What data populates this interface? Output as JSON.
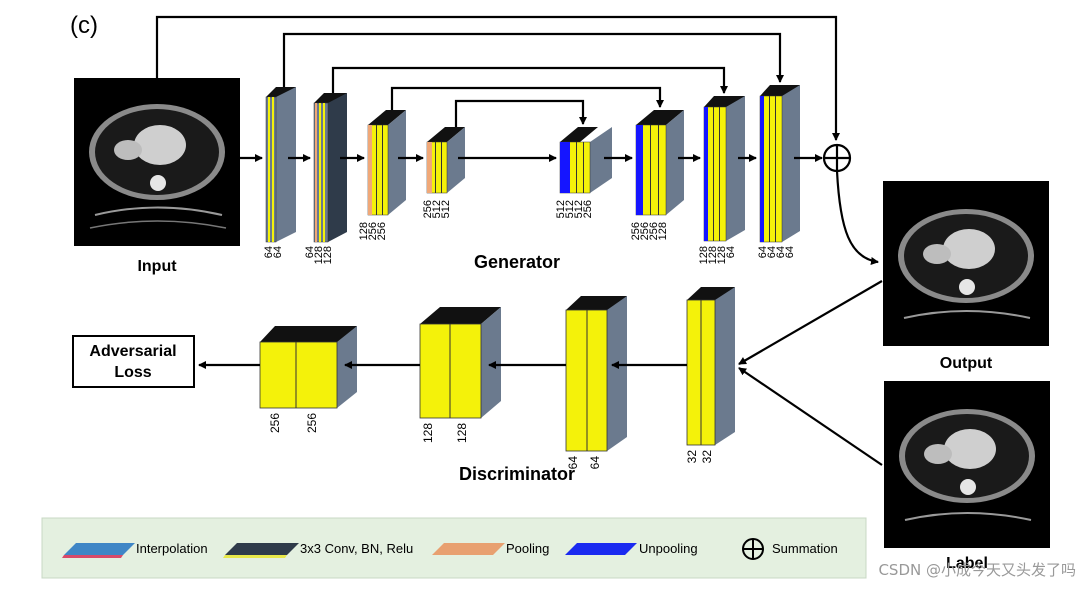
{
  "panel_tag": "(c)",
  "labels": {
    "input": "Input",
    "output": "Output",
    "label": "Label",
    "generator": "Generator",
    "discriminator": "Discriminator",
    "adversarial_loss_line1": "Adversarial",
    "adversarial_loss_line2": "Loss"
  },
  "generator_blocks": [
    {
      "kind": "conv",
      "channels": [
        "64",
        "64"
      ]
    },
    {
      "kind": "pool",
      "channels": [
        "64",
        "128",
        "128"
      ]
    },
    {
      "kind": "pool",
      "channels": [
        "128",
        "256",
        "256"
      ]
    },
    {
      "kind": "pool",
      "channels": [
        "256",
        "512",
        "512"
      ]
    },
    {
      "kind": "unpool",
      "channels": [
        "512",
        "512",
        "512",
        "256"
      ]
    },
    {
      "kind": "unpool",
      "channels": [
        "256",
        "256",
        "256",
        "128"
      ]
    },
    {
      "kind": "unpool",
      "channels": [
        "128",
        "128",
        "128",
        "64"
      ]
    },
    {
      "kind": "unpool",
      "channels": [
        "64",
        "64",
        "64",
        "64"
      ]
    }
  ],
  "discriminator_blocks": [
    {
      "channels": [
        "32",
        "32"
      ]
    },
    {
      "channels": [
        "64",
        "64"
      ]
    },
    {
      "channels": [
        "128",
        "128"
      ]
    },
    {
      "channels": [
        "256",
        "256"
      ]
    }
  ],
  "legend": [
    {
      "name": "Interpolation",
      "color": "#3f86c6",
      "edge": "#d94a6a"
    },
    {
      "name": "3x3 Conv, BN, Relu",
      "color": "#2f3b4a",
      "edge": "#e8e84a"
    },
    {
      "name": "Pooling",
      "color": "#e8a070",
      "edge": "#e8a070"
    },
    {
      "name": "Unpooling",
      "color": "#1a2af0",
      "edge": "#1a2af0"
    },
    {
      "name": "Summation",
      "symbol": "⊕"
    }
  ],
  "colors": {
    "yellow": "#f4f20a",
    "block_side": "#6b7a8e",
    "block_top": "#111111",
    "blue": "#1515ff",
    "orange": "#f0a878",
    "legend_bg": "#e4f0e0"
  },
  "watermark": "CSDN @小成今天又头发了吗"
}
